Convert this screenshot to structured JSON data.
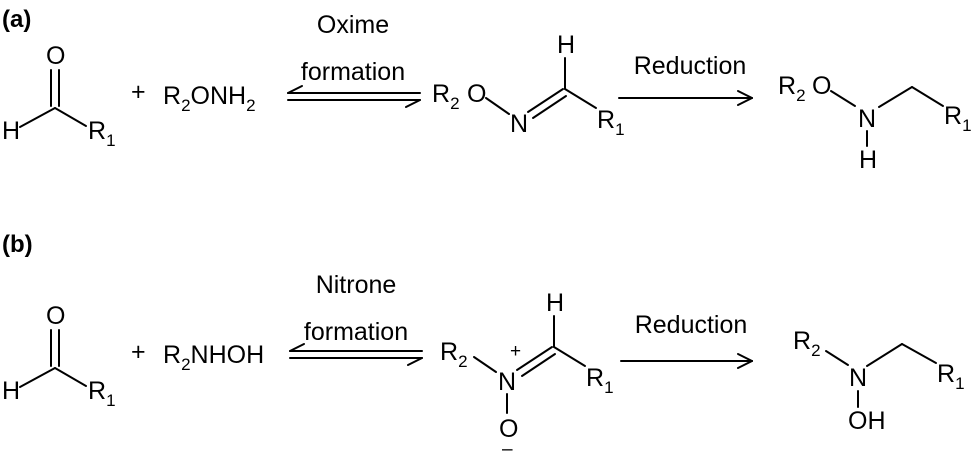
{
  "panel_a": {
    "label": "(a)",
    "aldehyde": {
      "O": "O",
      "H": "H",
      "R": "R",
      "R_sub": "1"
    },
    "plus": "+",
    "reagent": {
      "R": "R",
      "R_sub": "2",
      "rest": "ONH",
      "rest_sub": "2"
    },
    "arrow1_label_line1": "Oxime",
    "arrow1_label_line2": "formation",
    "intermediate": {
      "R": "R",
      "R_sub": "2",
      "O": "O",
      "N": "N",
      "H": "H",
      "R1": "R",
      "R1_sub": "1"
    },
    "arrow2_label": "Reduction",
    "product": {
      "R": "R",
      "R_sub": "2",
      "O": "O",
      "N": "N",
      "H": "H",
      "R1": "R",
      "R1_sub": "1"
    }
  },
  "panel_b": {
    "label": "(b)",
    "aldehyde": {
      "O": "O",
      "H": "H",
      "R": "R",
      "R_sub": "1"
    },
    "plus": "+",
    "reagent": {
      "R": "R",
      "R_sub": "2",
      "rest": "NHOH"
    },
    "arrow1_label_line1": "Nitrone",
    "arrow1_label_line2": "formation",
    "intermediate": {
      "R": "R",
      "R_sub": "2",
      "N": "N",
      "N_charge": "+",
      "O": "O",
      "O_charge": "–",
      "H": "H",
      "R1": "R",
      "R1_sub": "1"
    },
    "arrow2_label": "Reduction",
    "product": {
      "R": "R",
      "R_sub": "2",
      "N": "N",
      "OH": "OH",
      "R1": "R",
      "R1_sub": "1"
    }
  }
}
